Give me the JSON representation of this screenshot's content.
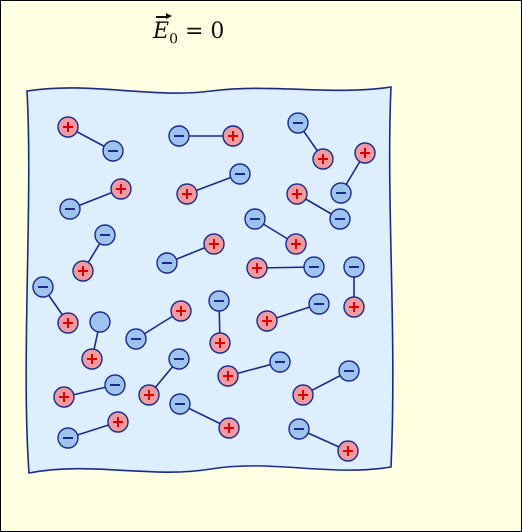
{
  "formula": {
    "vector": "E",
    "subscript": "0",
    "relation": " = 0"
  },
  "colors": {
    "background": "#ffffe1",
    "dielectric_fill": "#ddeeff",
    "dielectric_border": "#1a2a8a",
    "positive_fill": "#f09aa2",
    "negative_fill": "#9cc4ee",
    "ion_border": "#1a2a8a",
    "plus_sign": "#e00000",
    "minus_sign": "#1a2a8a",
    "bond": "#1a2a8a"
  },
  "icons": {
    "positive_charge": "plus-circle-icon",
    "negative_charge": "minus-circle-icon"
  },
  "dipoles": [
    [
      [
        67,
        126,
        "+"
      ],
      [
        112,
        150,
        "-"
      ]
    ],
    [
      [
        178,
        135,
        "-"
      ],
      [
        232,
        135,
        "+"
      ]
    ],
    [
      [
        297,
        122,
        "-"
      ],
      [
        322,
        158,
        "+"
      ]
    ],
    [
      [
        364,
        152,
        "+"
      ],
      [
        340,
        192,
        "-"
      ]
    ],
    [
      [
        69,
        208,
        "-"
      ],
      [
        120,
        188,
        "+"
      ]
    ],
    [
      [
        186,
        193,
        "+"
      ],
      [
        239,
        173,
        "-"
      ]
    ],
    [
      [
        296,
        193,
        "+"
      ],
      [
        339,
        218,
        "-"
      ]
    ],
    [
      [
        104,
        234,
        "-"
      ],
      [
        82,
        270,
        "+"
      ]
    ],
    [
      [
        254,
        218,
        "-"
      ],
      [
        295,
        243,
        "+"
      ]
    ],
    [
      [
        166,
        262,
        "-"
      ],
      [
        213,
        243,
        "+"
      ]
    ],
    [
      [
        256,
        267,
        "+"
      ],
      [
        313,
        266,
        "-"
      ]
    ],
    [
      [
        353,
        266,
        "-"
      ],
      [
        353,
        306,
        "+"
      ]
    ],
    [
      [
        42,
        286,
        "-"
      ],
      [
        67,
        322,
        "+"
      ]
    ],
    [
      [
        99,
        321,
        "-",
        "plain"
      ],
      [
        91,
        358,
        "+"
      ]
    ],
    [
      [
        135,
        338,
        "-"
      ],
      [
        180,
        310,
        "+"
      ]
    ],
    [
      [
        218,
        300,
        "-"
      ],
      [
        219,
        342,
        "+"
      ]
    ],
    [
      [
        266,
        320,
        "+"
      ],
      [
        318,
        303,
        "-"
      ]
    ],
    [
      [
        178,
        358,
        "-"
      ],
      [
        148,
        394,
        "+"
      ]
    ],
    [
      [
        227,
        375,
        "+"
      ],
      [
        279,
        361,
        "-"
      ]
    ],
    [
      [
        63,
        396,
        "+"
      ],
      [
        114,
        384,
        "-"
      ]
    ],
    [
      [
        302,
        394,
        "+"
      ],
      [
        348,
        370,
        "-"
      ]
    ],
    [
      [
        179,
        403,
        "-"
      ],
      [
        228,
        427,
        "+"
      ]
    ],
    [
      [
        67,
        437,
        "-"
      ],
      [
        117,
        421,
        "+"
      ]
    ],
    [
      [
        298,
        428,
        "-"
      ],
      [
        347,
        450,
        "+"
      ]
    ]
  ]
}
